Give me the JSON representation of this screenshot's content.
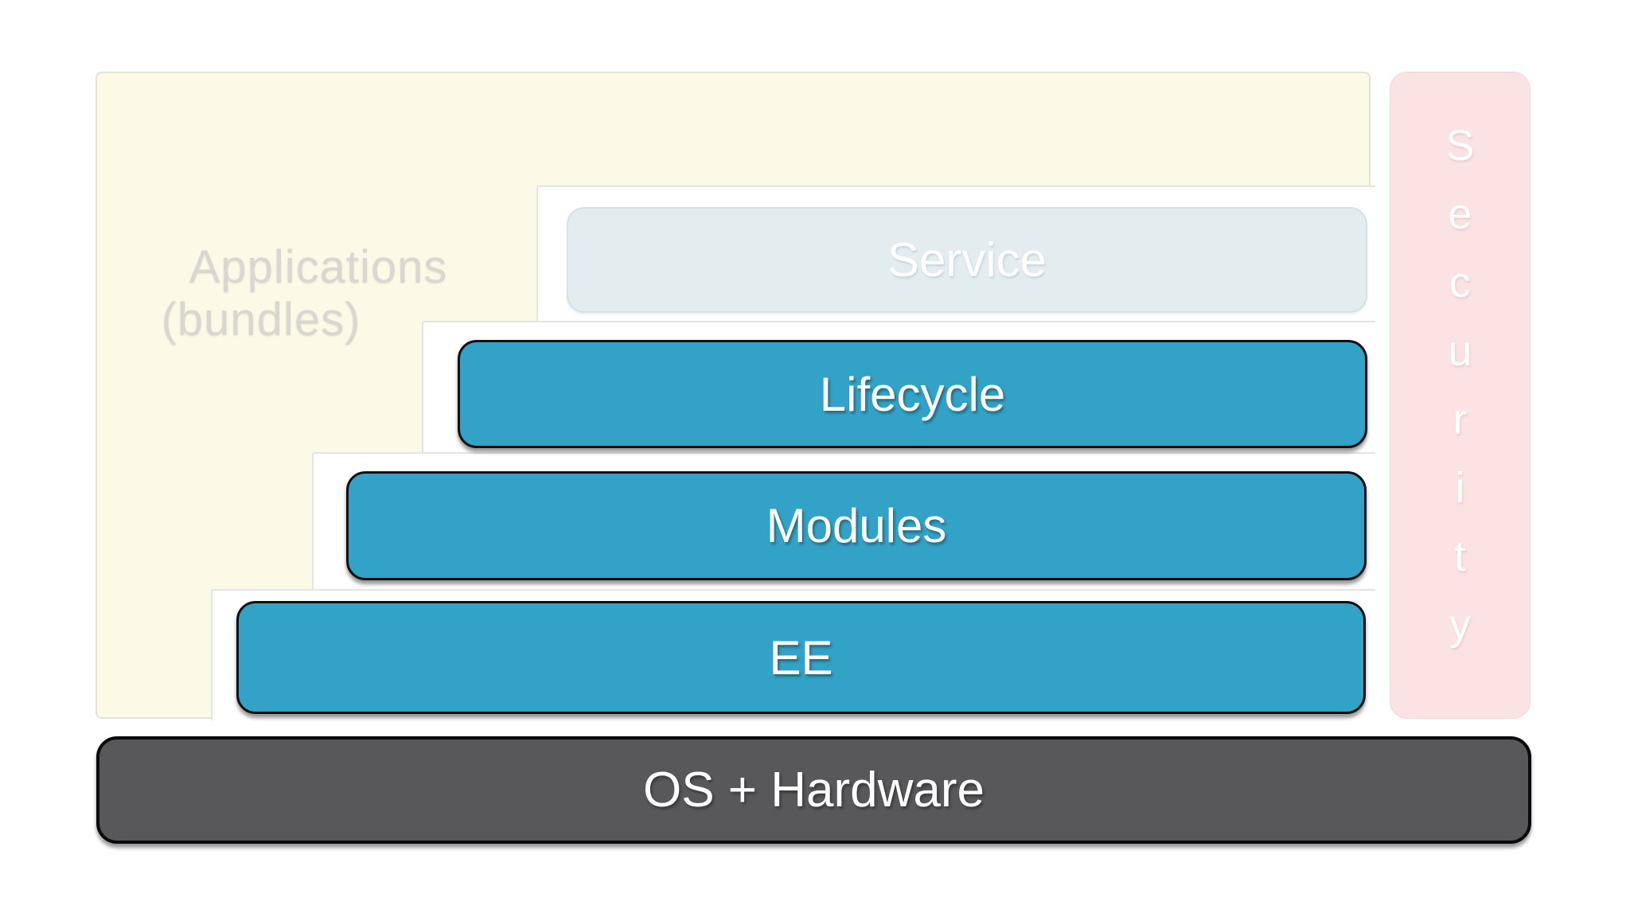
{
  "layers": {
    "applications": {
      "line1": "Applications",
      "line2": "(bundles)"
    },
    "service": {
      "label": "Service"
    },
    "lifecycle": {
      "label": "Lifecycle"
    },
    "modules": {
      "label": "Modules"
    },
    "ee": {
      "label": "EE"
    },
    "os_hardware": {
      "label": "OS + Hardware"
    },
    "security": {
      "label": "Security"
    }
  },
  "colors": {
    "teal": "#33A2C7",
    "dark_gray": "#58585A",
    "pale_yellow": "#FAFAE6",
    "pale_pink": "#FBE2E3",
    "pale_blue": "#E3EDF0",
    "faded_text": "#D8D8D0"
  }
}
